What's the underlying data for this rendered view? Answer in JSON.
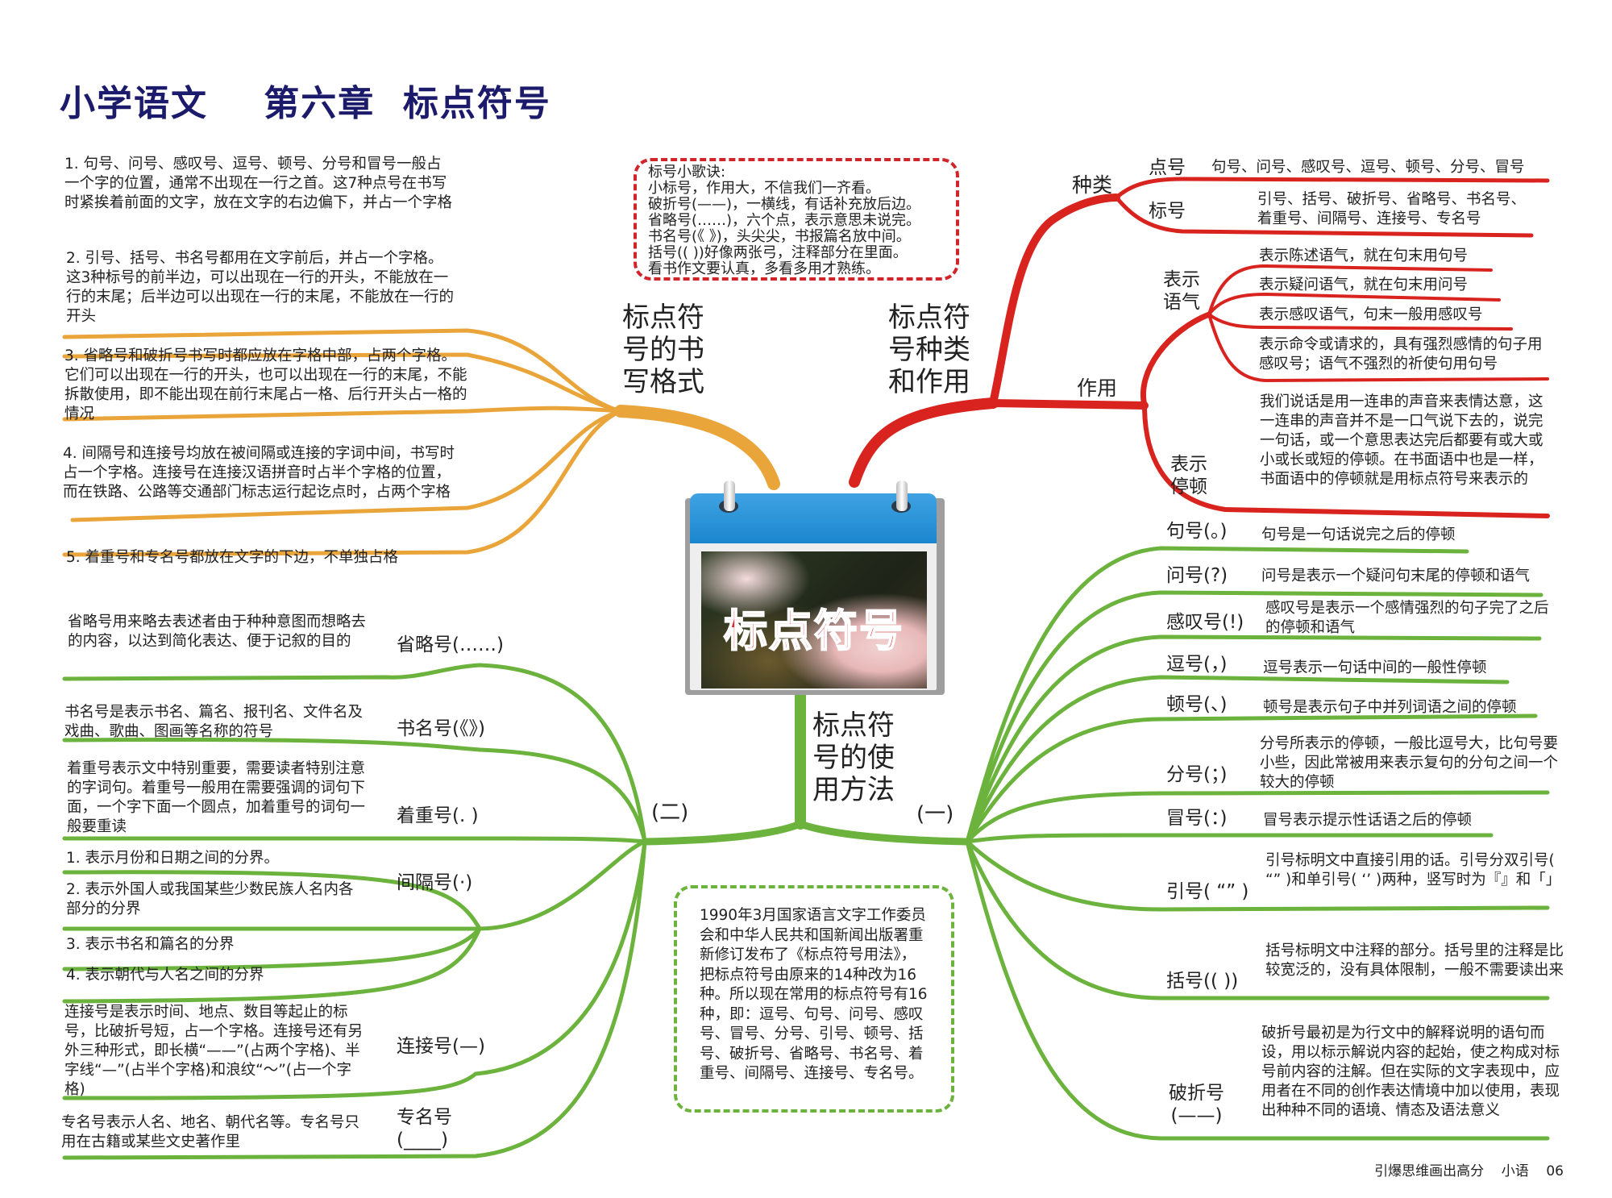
{
  "title": "小学语文    第六章  标点符号",
  "center": {
    "label": "标点符号",
    "icon": "calendar-icon"
  },
  "colors": {
    "title": "#1c1b6b",
    "orange_branch": "#eaa53a",
    "red_branch": "#d8231f",
    "green_branch": "#6cb33e"
  },
  "poem": {
    "lines": [
      "标号小歌诀:",
      "小标号，作用大，不信我们一齐看。",
      "破折号(——)，一横线，有话补充放后边。",
      "省略号(……)，六个点，表示意思未说完。",
      "书名号(《  》)，头尖尖，书报篇名放中间。",
      "括号((  ))好像两张弓，注释部分在里面。",
      "看书作文要认真，多看多用才熟练。"
    ]
  },
  "writing_format": {
    "heading": [
      "标点符",
      "号的书",
      "写格式"
    ],
    "items": [
      "1. 句号、问号、感叹号、逗号、顿号、分号和冒号一般占一个字的位置，通常不出现在一行之首。这7种点号在书写时紧挨着前面的文字，放在文字的右边偏下，并占一个字格",
      "2. 引号、括号、书名号都用在文字前后，并占一个字格。这3种标号的前半边，可以出现在一行的开头，不能放在一行的末尾；后半边可以出现在一行的末尾，不能放在一行的开头",
      "3. 省略号和破折号书写时都应放在字格中部，占两个字格。它们可以出现在一行的开头，也可以出现在一行的末尾，不能拆散使用，即不能出现在前行末尾占一格、后行开头占一格的情况",
      "4. 间隔号和连接号均放在被间隔或连接的字词中间，书写时占一个字格。连接号在连接汉语拼音时占半个字格的位置，而在铁路、公路等交通部门标志运行起讫点时，占两个字格",
      "5. 着重号和专名号都放在文字的下边，不单独占格"
    ]
  },
  "types_and_functions": {
    "heading": [
      "标点符",
      "号种类",
      "和作用"
    ],
    "types": {
      "label": "种类",
      "items": [
        {
          "label": "点号",
          "text": "句号、问号、感叹号、逗号、顿号、分号、冒号"
        },
        {
          "label": "标号",
          "text": "引号、括号、破折号、省略号、书名号、着重号、间隔号、连接号、专名号"
        }
      ]
    },
    "functions": {
      "label": "作用",
      "mood": {
        "label": "表示\n语气",
        "items": [
          "表示陈述语气，就在句末用句号",
          "表示疑问语气，就在句末用问号",
          "表示感叹语气，句末一般用感叹号",
          "表示命令或请求的，具有强烈感情的句子用感叹号；语气不强烈的祈使句用句号"
        ]
      },
      "pause": {
        "label": "表示\n停顿",
        "text": "我们说话是用一连串的声音来表情达意，这一连串的声音并不是一口气说下去的，说完一句话，或一个意思表达完后都要有或大或小或长或短的停顿。在书面语中也是一样，书面语中的停顿就是用标点符号来表示的"
      }
    }
  },
  "usage": {
    "heading": [
      "标点符",
      "号的使",
      "用方法"
    ],
    "part_one": {
      "label": "(一)",
      "items": [
        {
          "label": "句号(。)",
          "text": "句号是一句话说完之后的停顿"
        },
        {
          "label": "问号(?)",
          "text": "问号是表示一个疑问句末尾的停顿和语气"
        },
        {
          "label": "感叹号(!)",
          "text": "感叹号是表示一个感情强烈的句子完了之后的停顿和语气"
        },
        {
          "label": "逗号(，)",
          "text": "逗号表示一句话中间的一般性停顿"
        },
        {
          "label": "顿号(、)",
          "text": "顿号是表示句子中并列词语之间的停顿"
        },
        {
          "label": "分号(；)",
          "text": "分号所表示的停顿，一般比逗号大，比句号要小些，因此常被用来表示复句的分句之间一个较大的停顿"
        },
        {
          "label": "冒号(：)",
          "text": "冒号表示提示性话语之后的停顿"
        },
        {
          "label": "引号( “” )",
          "text": "引号标明文中直接引用的话。引号分双引号( “” )和单引号( ‘’ )两种，竖写时为『』和「」"
        },
        {
          "label": "括号(( ))",
          "text": "括号标明文中注释的部分。括号里的注释是比较宽泛的，没有具体限制，一般不需要读出来"
        },
        {
          "label": "破折号\n(——)",
          "text": "破折号最初是为行文中的解释说明的语句而设，用以标示解说内容的起始，使之构成对标号前内容的注解。但在实际的文字表现中，应用者在不同的创作表达情境中加以使用，表现出种种不同的语境、情态及语法意义"
        }
      ]
    },
    "part_two": {
      "label": "(二)",
      "items": [
        {
          "label": "省略号(……)",
          "text": "省略号用来略去表述者由于种种意图而想略去的内容，以达到简化表达、便于记叙的目的"
        },
        {
          "label": "书名号(《》)",
          "text": "书名号是表示书名、篇名、报刊名、文件名及戏曲、歌曲、图画等名称的符号"
        },
        {
          "label": "着重号(. )",
          "text": "着重号表示文中特别重要，需要读者特别注意的字词句。着重号一般用在需要强调的词句下面，一个字下面一个圆点，加着重号的词句一般要重读"
        },
        {
          "label": "间隔号(·)",
          "subitems": [
            "1. 表示月份和日期之间的分界。",
            "2. 表示外国人或我国某些少数民族人名内各部分的分界",
            "3. 表示书名和篇名的分界",
            "4. 表示朝代与人名之间的分界"
          ]
        },
        {
          "label": "连接号(—)",
          "text": "连接号是表示时间、地点、数目等起止的标号，比破折号短，占一个字格。连接号还有另外三种形式，即长横“——”(占两个字格)、半字线“—”(占半个字格)和浪纹“～”(占一个字格)"
        },
        {
          "label": "专名号\n(____)",
          "text": "专名号表示人名、地名、朝代名等。专名号只用在古籍或某些文史著作里"
        }
      ]
    }
  },
  "note": "1990年3月国家语言文字工作委员会和中华人民共和国新闻出版署重新修订发布了《标点符号用法》，把标点符号由原来的14种改为16种。所以现在常用的标点符号有16种，即：逗号、句号、问号、感叹号、冒号、分号、引号、顿号、括号、破折号、省略号、书名号、着重号、间隔号、连接号、专名号。",
  "footer": "引爆思维画出高分    小语    06"
}
